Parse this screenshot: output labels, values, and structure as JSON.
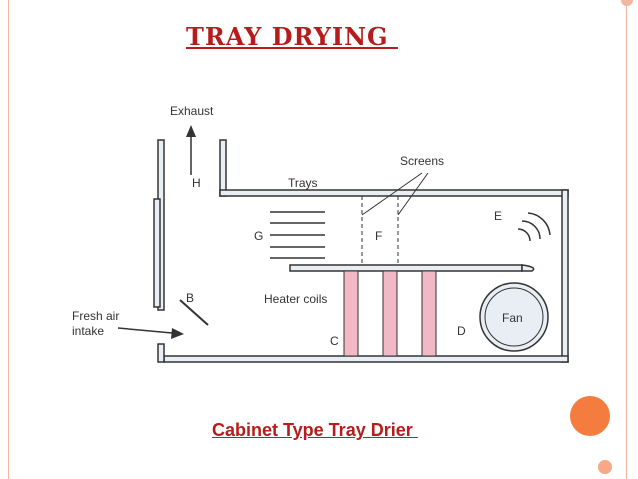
{
  "slide": {
    "title": "TRAY DRYING ",
    "caption": "Cabinet Type Tray Drier "
  },
  "diagram": {
    "labels": {
      "exhaust": "Exhaust",
      "screens": "Screens",
      "trays": "Trays",
      "h": "H",
      "g": "G",
      "f": "F",
      "e": "E",
      "b": "B",
      "heater_coils": "Heater coils",
      "fan": "Fan",
      "fresh_air_line1": "Fresh air",
      "fresh_air_line2": "intake",
      "c": "C",
      "d": "D"
    },
    "colors": {
      "wall_fill": "#e8eef4",
      "wall_stroke": "#333333",
      "heater_coil": "#f2b8c6"
    }
  }
}
